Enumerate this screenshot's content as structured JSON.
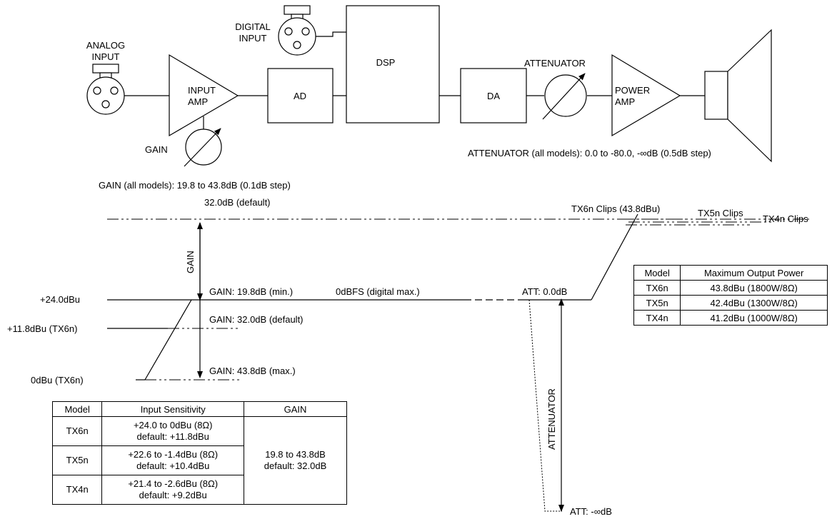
{
  "blocks": {
    "analog_input": "ANALOG\nINPUT",
    "digital_input": "DIGITAL\nINPUT",
    "input_amp": "INPUT\nAMP",
    "ad": "AD",
    "dsp": "DSP",
    "da": "DA",
    "attenuator": "ATTENUATOR",
    "power_amp": "POWER\nAMP",
    "gain": "GAIN"
  },
  "notes": {
    "gain_range": "GAIN (all models): 19.8 to 43.8dB (0.1dB step)",
    "gain_default": "32.0dB (default)",
    "att_range": "ATTENUATOR (all models): 0.0 to -80.0, -∞dB (0.5dB step)"
  },
  "levels": {
    "plus24": "+24.0dBu",
    "plus118": "+11.8dBu (TX6n)",
    "zero": "0dBu (TX6n)",
    "gain_axis": "GAIN",
    "gain_min": "GAIN: 19.8dB (min.)",
    "gain_default": "GAIN: 32.0dB (default)",
    "gain_max": "GAIN: 43.8dB (max.)",
    "dbfs": "0dBFS (digital max.)",
    "att_zero": "ATT: 0.0dB",
    "att_axis": "ATTENUATOR",
    "att_inf": "ATT: -∞dB",
    "tx6n_clips": "TX6n Clips (43.8dBu)",
    "tx5n_clips": "TX5n Clips",
    "tx4n_clips": "TX4n Clips"
  },
  "input_table": {
    "headers": [
      "Model",
      "Input Sensitivity",
      "GAIN"
    ],
    "rows": [
      {
        "model": "TX6n",
        "sens1": "+24.0 to 0dBu (8Ω)",
        "sens2": "default: +11.8dBu"
      },
      {
        "model": "TX5n",
        "sens1": "+22.6 to -1.4dBu (8Ω)",
        "sens2": "default: +10.4dBu"
      },
      {
        "model": "TX4n",
        "sens1": "+21.4 to -2.6dBu (8Ω)",
        "sens2": "default: +9.2dBu"
      }
    ],
    "gain1": "19.8 to 43.8dB",
    "gain2": "default: 32.0dB"
  },
  "output_table": {
    "headers": [
      "Model",
      "Maximum Output Power"
    ],
    "rows": [
      {
        "model": "TX6n",
        "power": "43.8dBu (1800W/8Ω)"
      },
      {
        "model": "TX5n",
        "power": "42.4dBu (1300W/8Ω)"
      },
      {
        "model": "TX4n",
        "power": "41.2dBu (1000W/8Ω)"
      }
    ]
  }
}
